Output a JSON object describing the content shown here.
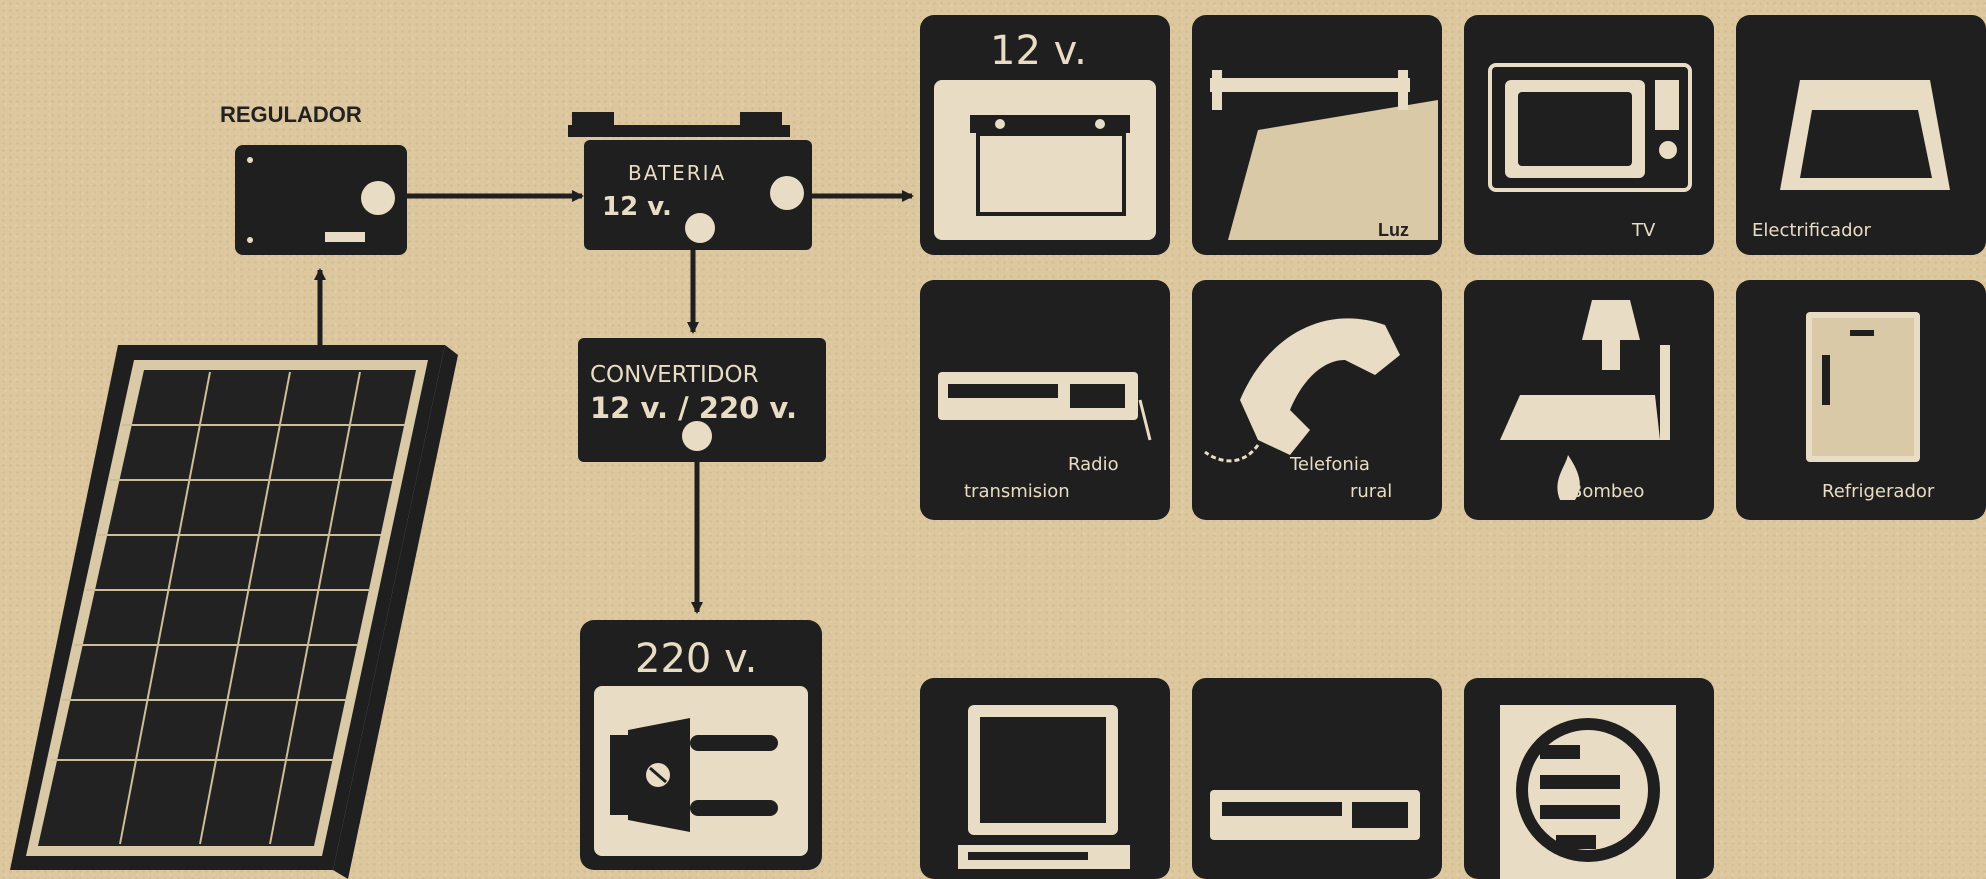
{
  "system": {
    "regulator_label": "REGULADOR",
    "battery_label": "BATERIA",
    "battery_voltage": "12 v.",
    "converter_label": "CONVERTIDOR",
    "converter_voltage": "12 v. / 220 v."
  },
  "dc_section": {
    "header": "12 v.",
    "appliances": [
      {
        "label": "Luz",
        "icon": "fluorescent-lamp-icon"
      },
      {
        "label": "TV",
        "icon": "television-icon"
      },
      {
        "label": "Electrificador",
        "icon": "electric-fence-energizer-icon"
      },
      {
        "label_line1": "Radio",
        "label_line2": "transmision",
        "icon": "radio-transmitter-icon"
      },
      {
        "label_line1": "Telefonia",
        "label_line2": "rural",
        "icon": "telephone-icon"
      },
      {
        "label": "Bombeo",
        "icon": "water-pump-icon"
      },
      {
        "label": "Refrigerador",
        "icon": "refrigerator-icon"
      }
    ]
  },
  "ac_section": {
    "header": "220 v.",
    "appliances": [
      {
        "icon": "computer-monitor-icon"
      },
      {
        "icon": "video-recorder-icon"
      },
      {
        "icon": "ventilator-fan-icon"
      }
    ]
  },
  "colors": {
    "paper": "#dcc79f",
    "ink": "#1f1f1f",
    "panel_light": "#e8dcc4"
  }
}
